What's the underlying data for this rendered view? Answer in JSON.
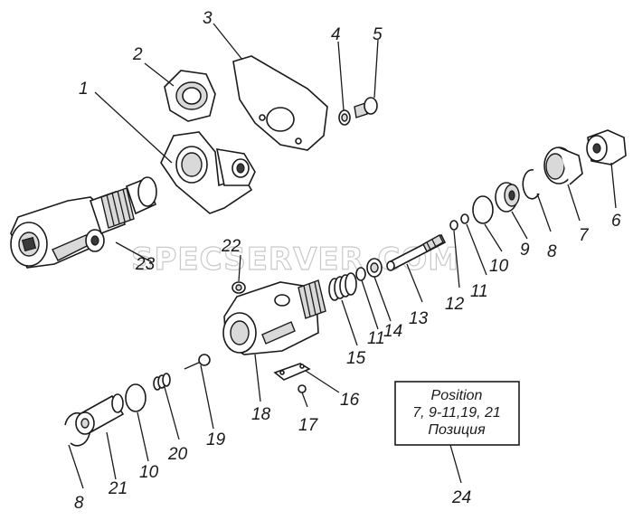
{
  "watermark": "SPECSERVER.COM",
  "callouts": {
    "c1": "1",
    "c2": "2",
    "c3": "3",
    "c4": "4",
    "c5": "5",
    "c6": "6",
    "c7": "7",
    "c8a": "8",
    "c8b": "8",
    "c9": "9",
    "c10a": "10",
    "c10b": "10",
    "c11a": "11",
    "c11b": "11",
    "c12": "12",
    "c13": "13",
    "c14": "14",
    "c15": "15",
    "c16": "16",
    "c17": "17",
    "c18": "18",
    "c19": "19",
    "c20": "20",
    "c21": "21",
    "c22": "22",
    "c23": "23",
    "c24": "24"
  },
  "note": {
    "line1": "Position",
    "line2": "7, 9-11,19, 21",
    "line3": "Позиция"
  }
}
